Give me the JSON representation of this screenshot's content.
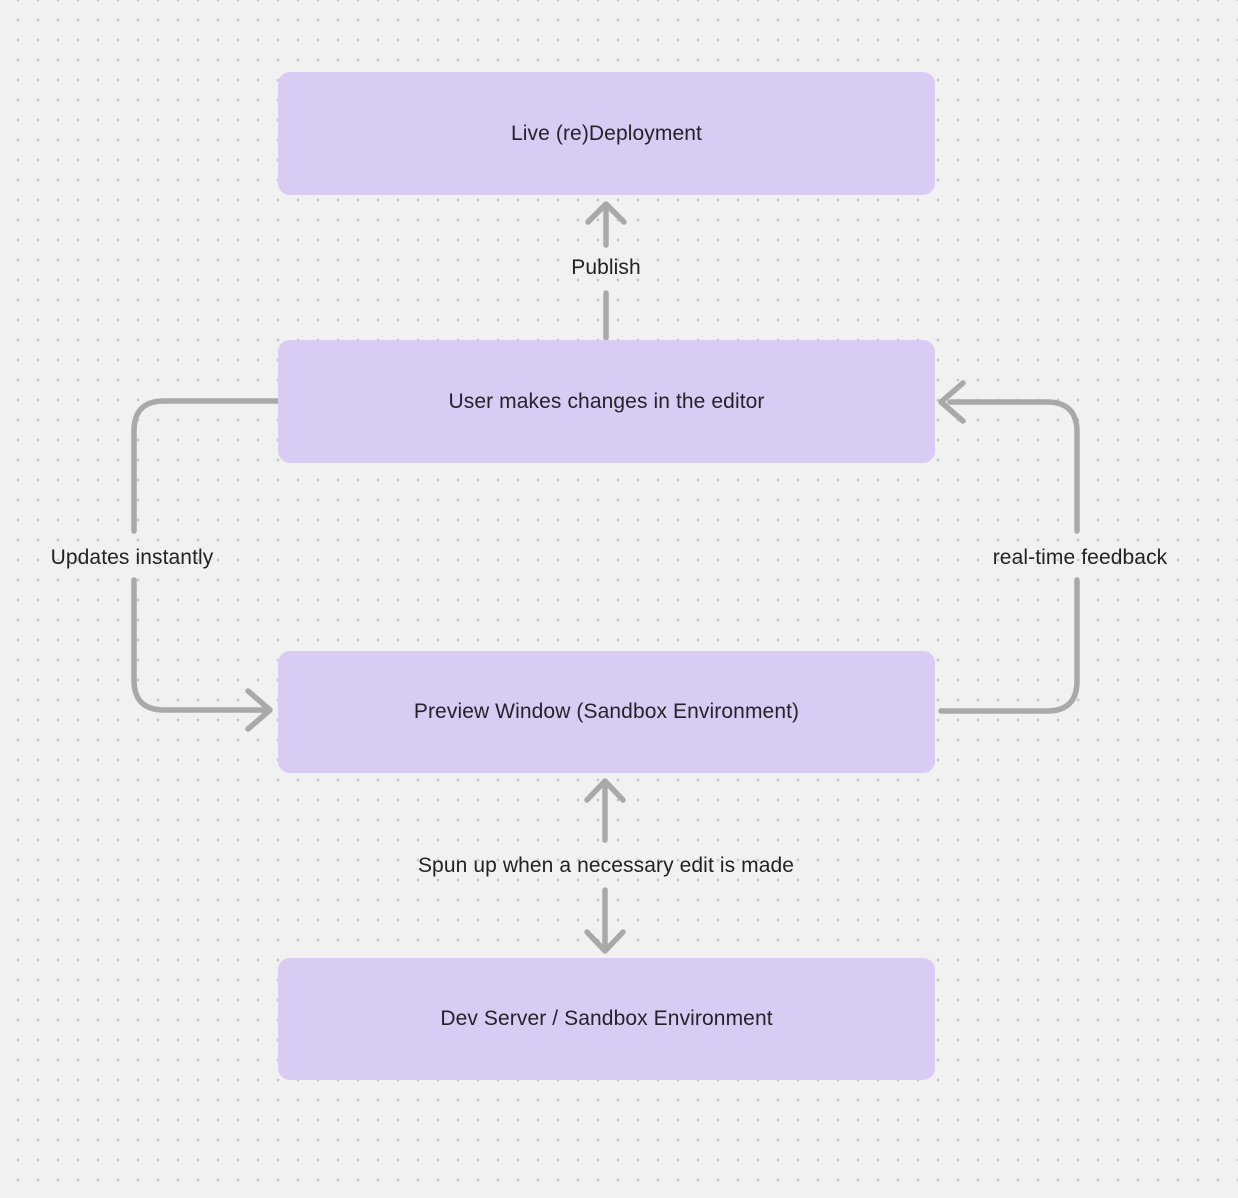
{
  "diagram": {
    "nodes": [
      {
        "id": "live-redeployment",
        "label": "Live (re)Deployment"
      },
      {
        "id": "user-editor",
        "label": "User makes changes in the editor"
      },
      {
        "id": "preview-window",
        "label": "Preview Window (Sandbox Environment)"
      },
      {
        "id": "dev-server",
        "label": "Dev Server / Sandbox Environment"
      }
    ],
    "edges": [
      {
        "id": "publish",
        "label": "Publish",
        "from": "user-editor",
        "to": "live-redeployment",
        "bidirectional": false
      },
      {
        "id": "updates-instantly",
        "label": "Updates instantly",
        "from": "user-editor",
        "to": "preview-window",
        "bidirectional": false
      },
      {
        "id": "real-time-feedback",
        "label": "real-time feedback",
        "from": "preview-window",
        "to": "user-editor",
        "bidirectional": false
      },
      {
        "id": "spun-up",
        "label": "Spun up when a necessary edit is made",
        "from": "preview-window",
        "to": "dev-server",
        "bidirectional": true
      }
    ],
    "colors": {
      "node_fill": "#d8ccf4",
      "arrow": "#a9a9a9",
      "label_text": "#222222",
      "background": "#f2f1f1",
      "grid_dot": "#c6c6c6"
    }
  }
}
